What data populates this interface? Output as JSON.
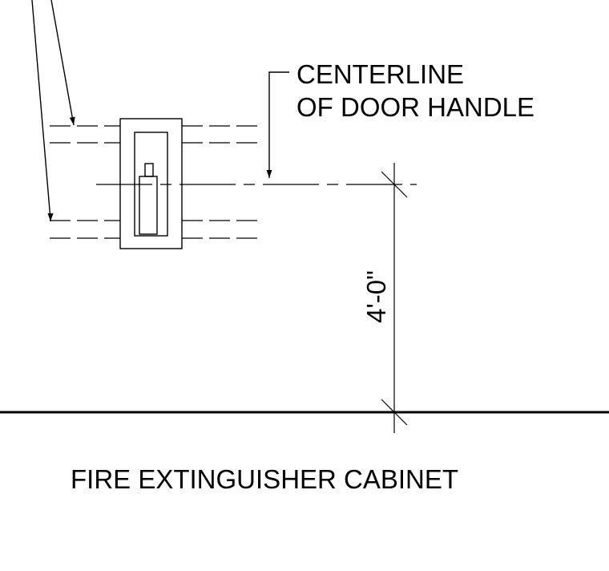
{
  "callout": {
    "line1": "CENTERLINE",
    "line2": "OF DOOR HANDLE"
  },
  "dimension": {
    "value": "4'-0\""
  },
  "title": "FIRE EXTINGUISHER CABINET",
  "colors": {
    "ink": "#000000",
    "background": "#ffffff"
  }
}
